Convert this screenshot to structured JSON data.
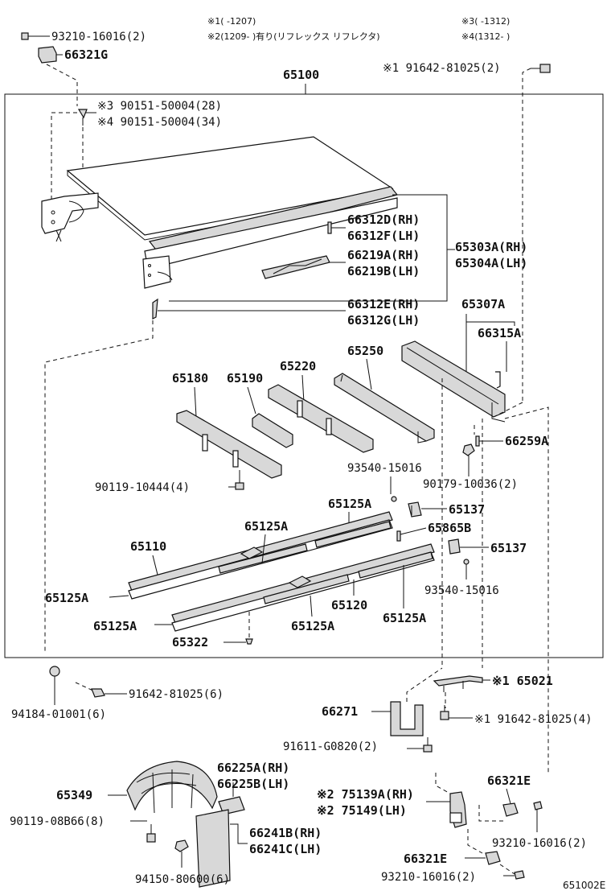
{
  "notes": {
    "n1": "※1(    -1207)",
    "n2": "※2(1209-    )有り(リフレックス リフレクタ)",
    "n3": "※3(    -1312)",
    "n4": "※4(1312-    )"
  },
  "labels": {
    "p93210_top": "93210-16016(2)",
    "p66321G": "66321G",
    "p65100": "65100",
    "p91642_top": "※1 91642-81025(2)",
    "p90151_28": "※3 90151-50004(28)",
    "p90151_34": "※4 90151-50004(34)",
    "p66312D": "66312D(RH)",
    "p66312F": "66312F(LH)",
    "p65303A": "65303A(RH)",
    "p65304A": "65304A(LH)",
    "p66219A": "66219A(RH)",
    "p66219B": "66219B(LH)",
    "p66312E": "66312E(RH)",
    "p66312G": "66312G(LH)",
    "p65307A": "65307A",
    "p66315A": "66315A",
    "p65250": "65250",
    "p65220": "65220",
    "p65180": "65180",
    "p65190": "65190",
    "p66259A": "66259A",
    "p93540_a": "93540-15016",
    "p90179": "90179-10036(2)",
    "p90119_10444": "90119-10444(4)",
    "p65125A_1": "65125A",
    "p65137_1": "65137",
    "p65125A_2": "65125A",
    "p65865B": "65865B",
    "p65110": "65110",
    "p65137_2": "65137",
    "p93540_b": "93540-15016",
    "p65125A_3": "65125A",
    "p65120": "65120",
    "p65125A_4": "65125A",
    "p65125A_5": "65125A",
    "p65125A_6": "65125A",
    "p65322": "65322",
    "p94184": "94184-01001(6)",
    "p91642_6": "91642-81025(6)",
    "p65021": "※1 65021",
    "p66271": "66271",
    "p91642_4": "※1 91642-81025(4)",
    "p91611": "91611-G0820(2)",
    "p66225A": "66225A(RH)",
    "p66225B": "66225B(LH)",
    "p65349": "65349",
    "p75139A": "※2 75139A(RH)",
    "p75149": "※2 75149(LH)",
    "p66321E_1": "66321E",
    "p90119_08B66": "90119-08B66(8)",
    "p66241B": "66241B(RH)",
    "p66241C": "66241C(LH)",
    "p93210_mid": "93210-16016(2)",
    "p94150": "94150-80600(6)",
    "p66321E_2": "66321E",
    "p93210_bot": "93210-16016(2)",
    "code": "651002E"
  }
}
